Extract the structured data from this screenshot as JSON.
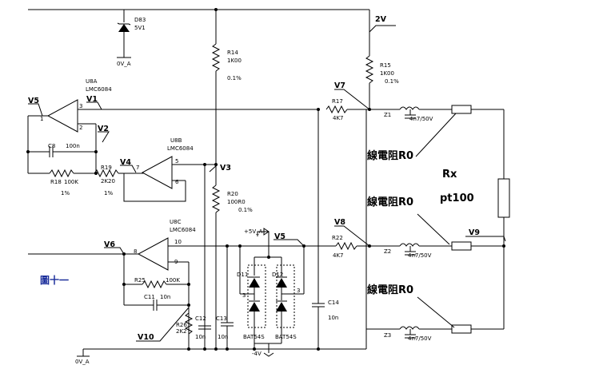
{
  "components": {
    "d83": {
      "ref": "D83",
      "value": "5V1"
    },
    "r14": {
      "ref": "R14",
      "value": "1K00",
      "tol": "0.1%"
    },
    "r15": {
      "ref": "R15",
      "value": "1K00",
      "tol": "0.1%"
    },
    "r17": {
      "ref": "R17",
      "value": "4K7"
    },
    "r18": {
      "ref": "R18",
      "value": "100K",
      "tol": "1%"
    },
    "r19": {
      "ref": "R19",
      "value": "2K20",
      "tol": "1%"
    },
    "r20": {
      "ref": "R20",
      "value": "100R0",
      "tol": "0.1%"
    },
    "r22": {
      "ref": "R22",
      "value": "4K7"
    },
    "r25": {
      "ref": "R25",
      "value": "100K"
    },
    "r26": {
      "ref": "R26",
      "value": "2K2"
    },
    "c8": {
      "ref": "C8",
      "value": "100n"
    },
    "c11": {
      "ref": "C11",
      "value": "10n"
    },
    "c12": {
      "ref": "C12",
      "value": "10n"
    },
    "c13": {
      "ref": "C13",
      "value": "10n"
    },
    "c14": {
      "ref": "C14",
      "value": "10n"
    },
    "u8a": {
      "ref": "U8A",
      "part": "LMC6084"
    },
    "u8b": {
      "ref": "U8B",
      "part": "LMC6084"
    },
    "u8c": {
      "ref": "U8C",
      "part": "LMC6084"
    },
    "d11": {
      "ref": "D11",
      "part": "BAT54S"
    },
    "d12": {
      "ref": "D12",
      "part": "BAT54S"
    },
    "z1": {
      "ref": "Z1",
      "value": "4n7/50V"
    },
    "z2": {
      "ref": "Z2",
      "value": "4n7/50V"
    },
    "z3": {
      "ref": "Z3",
      "value": "4n7/50V"
    }
  },
  "pins": {
    "p1": "1",
    "p2": "2",
    "p3": "3",
    "p5": "5",
    "p6": "6",
    "p7": "7",
    "p8": "8",
    "p9": "9",
    "p10": "10"
  },
  "diode_pins": {
    "d11_3": "3",
    "d12_3": "3"
  },
  "rails": {
    "gnd_top": "0V_A",
    "gnd_bottom": "0V_A",
    "plus5": "+5V_A",
    "minus4": "-4V"
  },
  "nodes": {
    "v1": "V1",
    "v2": "V2",
    "v3": "V3",
    "v4": "V4",
    "v5a": "V5",
    "v5b": "V5",
    "v6": "V6",
    "v7": "V7",
    "v8": "V8",
    "v9": "V9",
    "v10": "V10",
    "n2v": "2V"
  },
  "annotations": {
    "wire_res_1": "線電阻R0",
    "wire_res_2": "線電阻R0",
    "wire_res_3": "線電阻R0",
    "rx": "Rx",
    "pt100": "pt100",
    "figure_label": "圖十一"
  }
}
